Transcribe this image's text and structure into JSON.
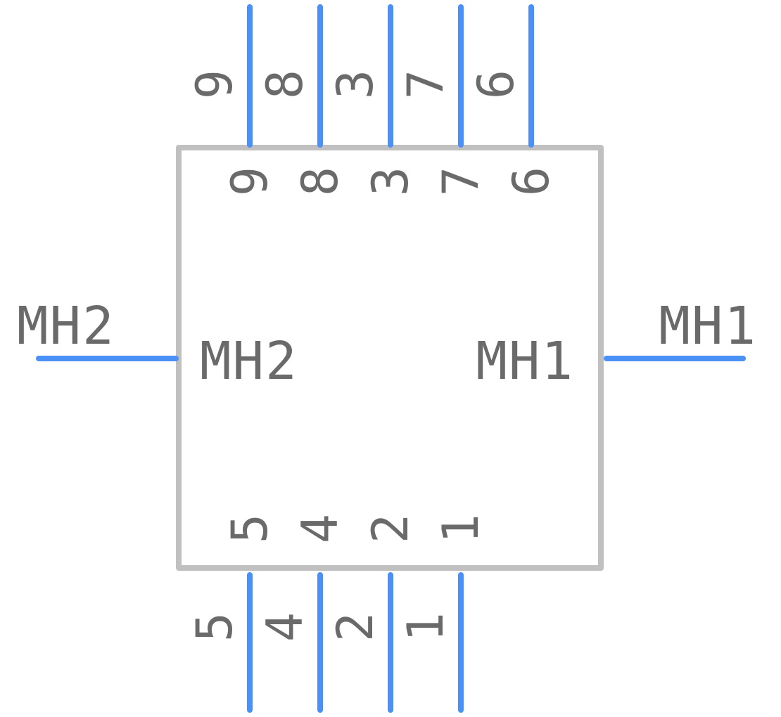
{
  "component": {
    "pins_top": [
      "9",
      "8",
      "3",
      "7",
      "6"
    ],
    "pins_bottom": [
      "5",
      "4",
      "2",
      "1"
    ],
    "mounting_left": "MH2",
    "mounting_right": "MH1",
    "colors": {
      "pin": "#4a90f7",
      "body_outline": "#c0c0c0",
      "text": "#6a6a6a",
      "background": "#ffffff"
    }
  }
}
